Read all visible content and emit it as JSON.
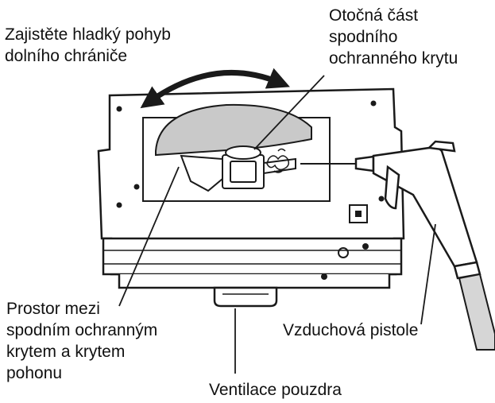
{
  "labels": {
    "smooth_movement": [
      "Zajistěte hladký pohyb",
      "dolního chrániče"
    ],
    "rotating_part": [
      "Otočná část",
      "spodního",
      "ochranného krytu"
    ],
    "space_between": [
      "Prostor mezi",
      "spodním ochranným",
      "krytem a krytem",
      "pohonu"
    ],
    "air_gun": [
      "Vzduchová pistole"
    ],
    "housing_vent": [
      "Ventilace pouzdra"
    ]
  },
  "colors": {
    "line": "#1a1a1a",
    "guard_fill": "#c9c9c9",
    "hose_fill": "#d6d6d6",
    "background": "#ffffff"
  }
}
